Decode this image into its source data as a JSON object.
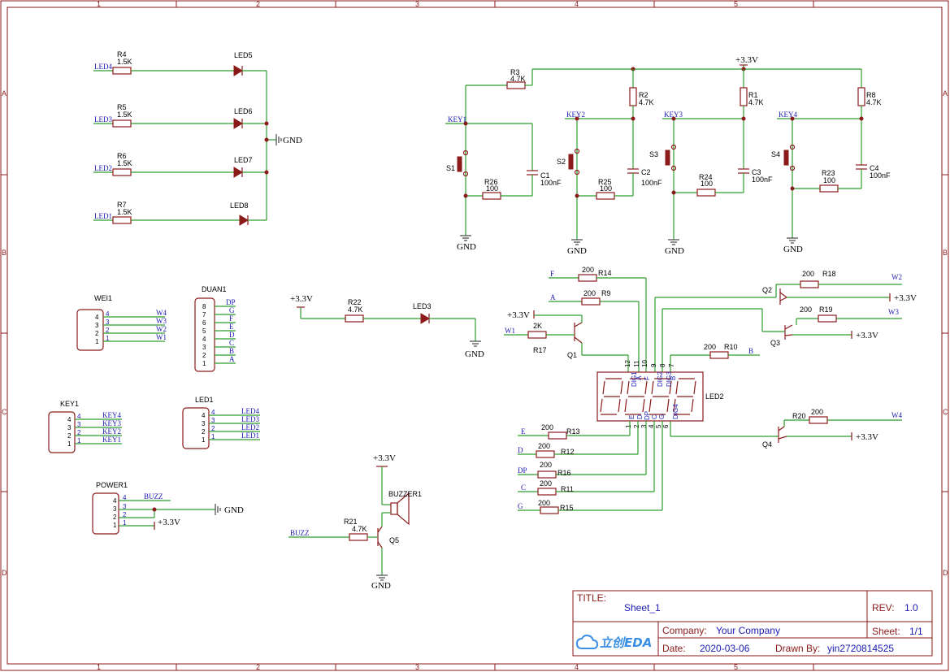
{
  "frame": {
    "col_labels": [
      "1",
      "2",
      "3",
      "4",
      "5"
    ],
    "row_labels": [
      "A",
      "B",
      "C",
      "D"
    ]
  },
  "title_block": {
    "title_label": "TITLE:",
    "title": "Sheet_1",
    "rev_label": "REV:",
    "rev": "1.0",
    "company_label": "Company:",
    "company": "Your Company",
    "sheet_label": "Sheet:",
    "sheet": "1/1",
    "date_label": "Date:",
    "date": "2020-03-06",
    "drawn_label": "Drawn By:",
    "drawn_by": "yin2720814525",
    "logo_text": "立创EDA"
  },
  "power": {
    "vcc": "+3.3V",
    "gnd": "GND"
  },
  "leds_top": [
    {
      "ref": "LED5",
      "res": "R4",
      "val": "1.5K",
      "net": "LED4"
    },
    {
      "ref": "LED6",
      "res": "R5",
      "val": "1.5K",
      "net": "LED3"
    },
    {
      "ref": "LED7",
      "res": "R6",
      "val": "1.5K",
      "net": "LED2"
    },
    {
      "ref": "LED8",
      "res": "R7",
      "val": "1.5K",
      "net": "LED1"
    }
  ],
  "keys": [
    {
      "net": "KEY1",
      "sw": "S1",
      "pullup": "R3",
      "pullup_val": "4.7K",
      "res": "R26",
      "res_val": "100",
      "cap": "C1",
      "cap_val": "100nF"
    },
    {
      "net": "KEY2",
      "sw": "S2",
      "pullup": "R2",
      "pullup_val": "4.7K",
      "res": "R25",
      "res_val": "100",
      "cap": "C2",
      "cap_val": "100nF"
    },
    {
      "net": "KEY3",
      "sw": "S3",
      "pullup": "R1",
      "pullup_val": "4.7K",
      "res": "R24",
      "res_val": "100",
      "cap": "C3",
      "cap_val": "100nF"
    },
    {
      "net": "KEY4",
      "sw": "S4",
      "pullup": "R8",
      "pullup_val": "4.7K",
      "res": "R23",
      "res_val": "100",
      "cap": "C4",
      "cap_val": "100nF"
    }
  ],
  "connectors": {
    "wei": {
      "ref": "WEI1",
      "pins": [
        "4",
        "3",
        "2",
        "1"
      ],
      "nets": [
        "W4",
        "W3",
        "W2",
        "W1"
      ]
    },
    "duan": {
      "ref": "DUAN1",
      "pins": [
        "8",
        "7",
        "6",
        "5",
        "4",
        "3",
        "2",
        "1"
      ],
      "nets": [
        "DP",
        "G",
        "F",
        "E",
        "D",
        "C",
        "B",
        "A"
      ]
    },
    "key": {
      "ref": "KEY1",
      "pins": [
        "4",
        "3",
        "2",
        "1"
      ],
      "nets": [
        "KEY4",
        "KEY3",
        "KEY2",
        "KEY1"
      ]
    },
    "led": {
      "ref": "LED1",
      "pins": [
        "4",
        "3",
        "2",
        "1"
      ],
      "nets": [
        "LED4",
        "LED3",
        "LED2",
        "LED1"
      ]
    },
    "power": {
      "ref": "POWER1",
      "pins": [
        "4",
        "3",
        "2",
        "1"
      ],
      "nets": [
        "BUZZ",
        "",
        "",
        ""
      ]
    }
  },
  "led3": {
    "res": "R22",
    "val": "4.7K",
    "ref": "LED3"
  },
  "buzzer": {
    "ref": "BUZZER1",
    "res": "R21",
    "val": "4.7K",
    "q": "Q5",
    "net": "BUZZ"
  },
  "q1": {
    "ref": "Q1",
    "res": "R17",
    "val": "2K",
    "net": "W1"
  },
  "seg_inputs_top": [
    {
      "net": "F",
      "res": "R14",
      "val": "200"
    },
    {
      "net": "A",
      "res": "R9",
      "val": "200"
    }
  ],
  "seg_inputs_bottom": [
    {
      "net": "E",
      "res": "R13",
      "val": "200"
    },
    {
      "net": "D",
      "res": "R12",
      "val": "200"
    },
    {
      "net": "DP",
      "res": "R16",
      "val": "200"
    },
    {
      "net": "C",
      "res": "R11",
      "val": "200"
    },
    {
      "net": "G",
      "res": "R15",
      "val": "200"
    }
  ],
  "seg_b": {
    "net": "B",
    "res": "R10",
    "val": "200"
  },
  "digit_drivers": [
    {
      "q": "Q2",
      "res": "R18",
      "val": "200",
      "net": "W2"
    },
    {
      "q": "Q3",
      "res": "R19",
      "val": "200",
      "net": "W3"
    },
    {
      "q": "Q4",
      "res": "R20",
      "val": "200",
      "net": "W4"
    }
  ],
  "display": {
    "ref": "LED2",
    "top_pins": [
      "12",
      "11",
      "10",
      "9",
      "8",
      "7"
    ],
    "top_names": [
      "DIG1",
      "A",
      "F",
      "DIG2",
      "DIG3",
      "B"
    ],
    "bot_pins": [
      "1",
      "2",
      "3",
      "4",
      "5",
      "6"
    ],
    "bot_names": [
      "E",
      "D",
      "DP",
      "C",
      "G",
      "DIG4"
    ]
  }
}
